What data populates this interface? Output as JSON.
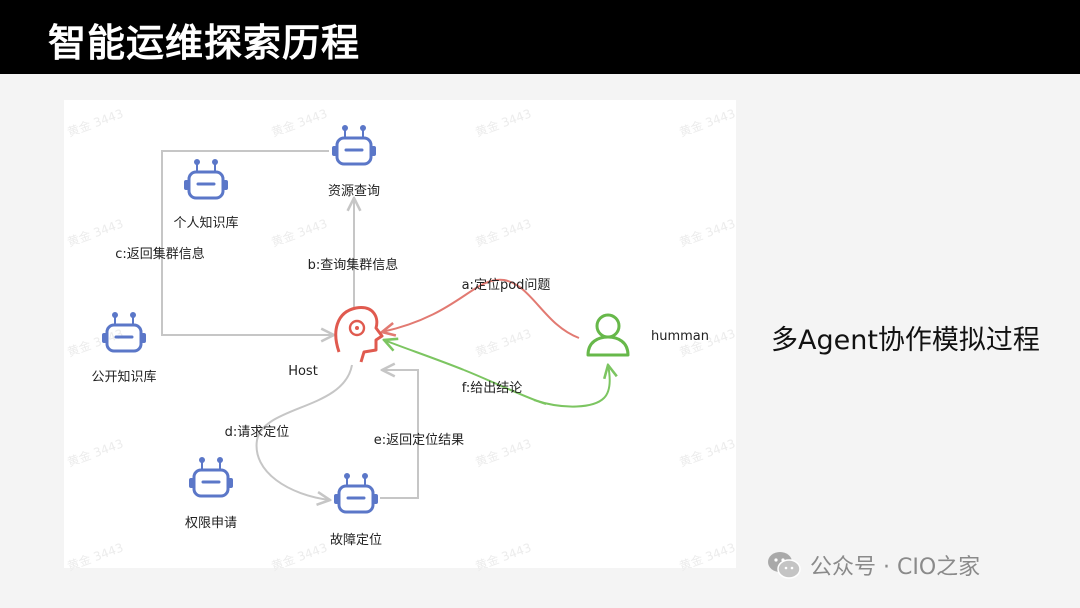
{
  "header": {
    "title": "智能运维探索历程"
  },
  "diagram": {
    "watermark": "黄金 3443",
    "nodes": {
      "resource_query": "资源查询",
      "personal_kb": "个人知识库",
      "public_kb": "公开知识库",
      "host": "Host",
      "human": "humman",
      "permission": "权限申请",
      "fault_locate": "故障定位"
    },
    "edges": {
      "a": "a:定位pod问题",
      "b": "b:查询集群信息",
      "c": "c:返回集群信息",
      "d": "d:请求定位",
      "e": "e:返回定位结果",
      "f": "f:给出结论"
    },
    "colors": {
      "agent": "#5b77c8",
      "host": "#e05a4f",
      "human": "#67b84a",
      "edge_gray": "#c6c6c6",
      "edge_red": "#e27a72",
      "edge_green": "#7cc561"
    }
  },
  "side_caption": "多Agent协作模拟过程",
  "footer": {
    "wechat": "公众号 · CIO之家",
    "icon": "wechat-icon"
  }
}
